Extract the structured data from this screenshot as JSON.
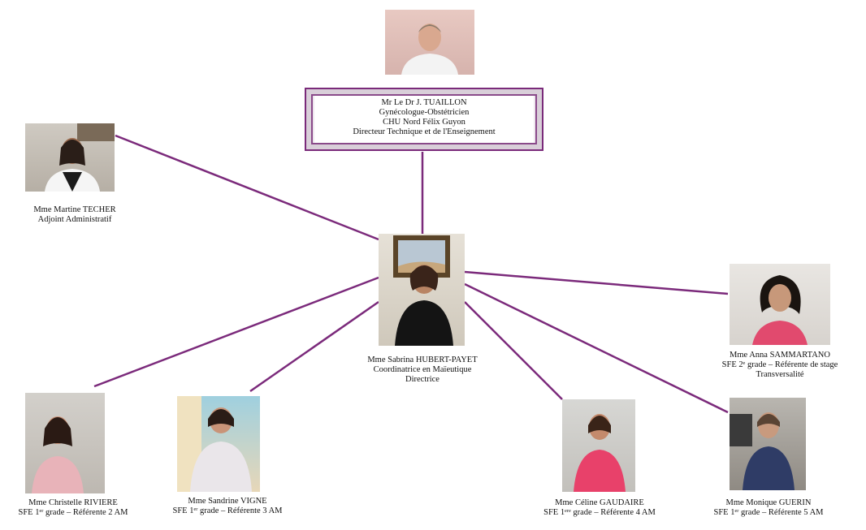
{
  "director": {
    "name": "Mr Le Dr J. TUAILLON",
    "line1": "Gynécologue-Obstétricien",
    "line2": "CHU Nord Félix Guyon",
    "line3": "Directeur Technique et de l'Enseignement"
  },
  "admin": {
    "name": "Mme Martine TECHER",
    "role": "Adjoint Administratif"
  },
  "coordinator": {
    "name": "Mme Sabrina HUBERT-PAYET",
    "line1": "Coordinatrice en Maïeutique",
    "line2": "Directrice"
  },
  "transversal": {
    "name": "Mme Anna SAMMARTANO",
    "line1": "SFE 2ᵉ grade – Référente de stage",
    "line2": "Transversalité"
  },
  "staff": [
    {
      "name": "Mme Christelle RIVIERE",
      "role": "SFE 1ᵉʳ grade – Référente 2 AM"
    },
    {
      "name": "Mme Sandrine VIGNE",
      "role": "SFE 1ᵉʳ grade – Référente 3 AM"
    },
    {
      "name": "Mme Céline GAUDAIRE",
      "role": "SFE 1ᵉʳᵉ grade – Référente 4 AM"
    },
    {
      "name": "Mme Monique GUERIN",
      "role": "SFE 1ᵉʳ grade – Référente 5 AM"
    }
  ],
  "colors": {
    "connector": "#7b2a7b",
    "box_border": "#7a2a7a"
  }
}
